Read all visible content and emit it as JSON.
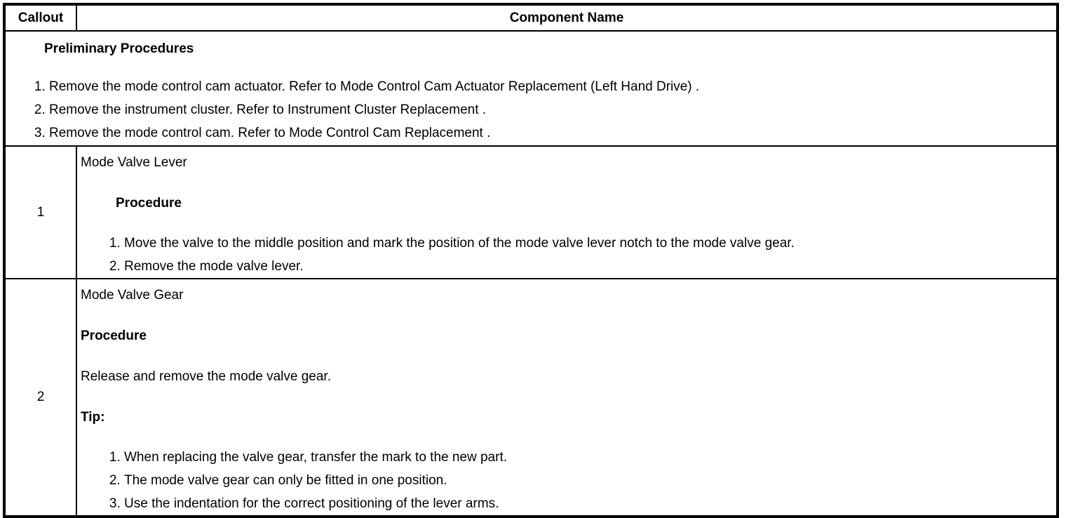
{
  "table": {
    "header": {
      "callout": "Callout",
      "component_name": "Component Name"
    },
    "preliminary": {
      "heading": "Preliminary Procedures",
      "steps": [
        "Remove the mode control cam actuator. Refer to Mode Control Cam Actuator Replacement (Left Hand Drive) .",
        "Remove the instrument cluster. Refer to Instrument Cluster Replacement .",
        "Remove the mode control cam. Refer to Mode Control Cam Replacement ."
      ]
    },
    "rows": [
      {
        "callout": "1",
        "component": "Mode Valve Lever",
        "procedure_label": "Procedure",
        "steps": [
          "Move the valve to the middle position and mark the position of the mode valve lever notch to the mode valve gear.",
          "Remove the mode valve lever."
        ]
      },
      {
        "callout": "2",
        "component": "Mode Valve Gear",
        "procedure_label": "Procedure",
        "procedure_text": "Release and remove the mode valve gear.",
        "tip_label": "Tip:",
        "tips": [
          "When replacing the valve gear, transfer the mark to the new part.",
          "The mode valve gear can only be fitted in one position.",
          "Use the indentation for the correct positioning of the lever arms."
        ]
      }
    ]
  },
  "colors": {
    "border": "#000000",
    "background": "#ffffff",
    "text": "#000000"
  }
}
